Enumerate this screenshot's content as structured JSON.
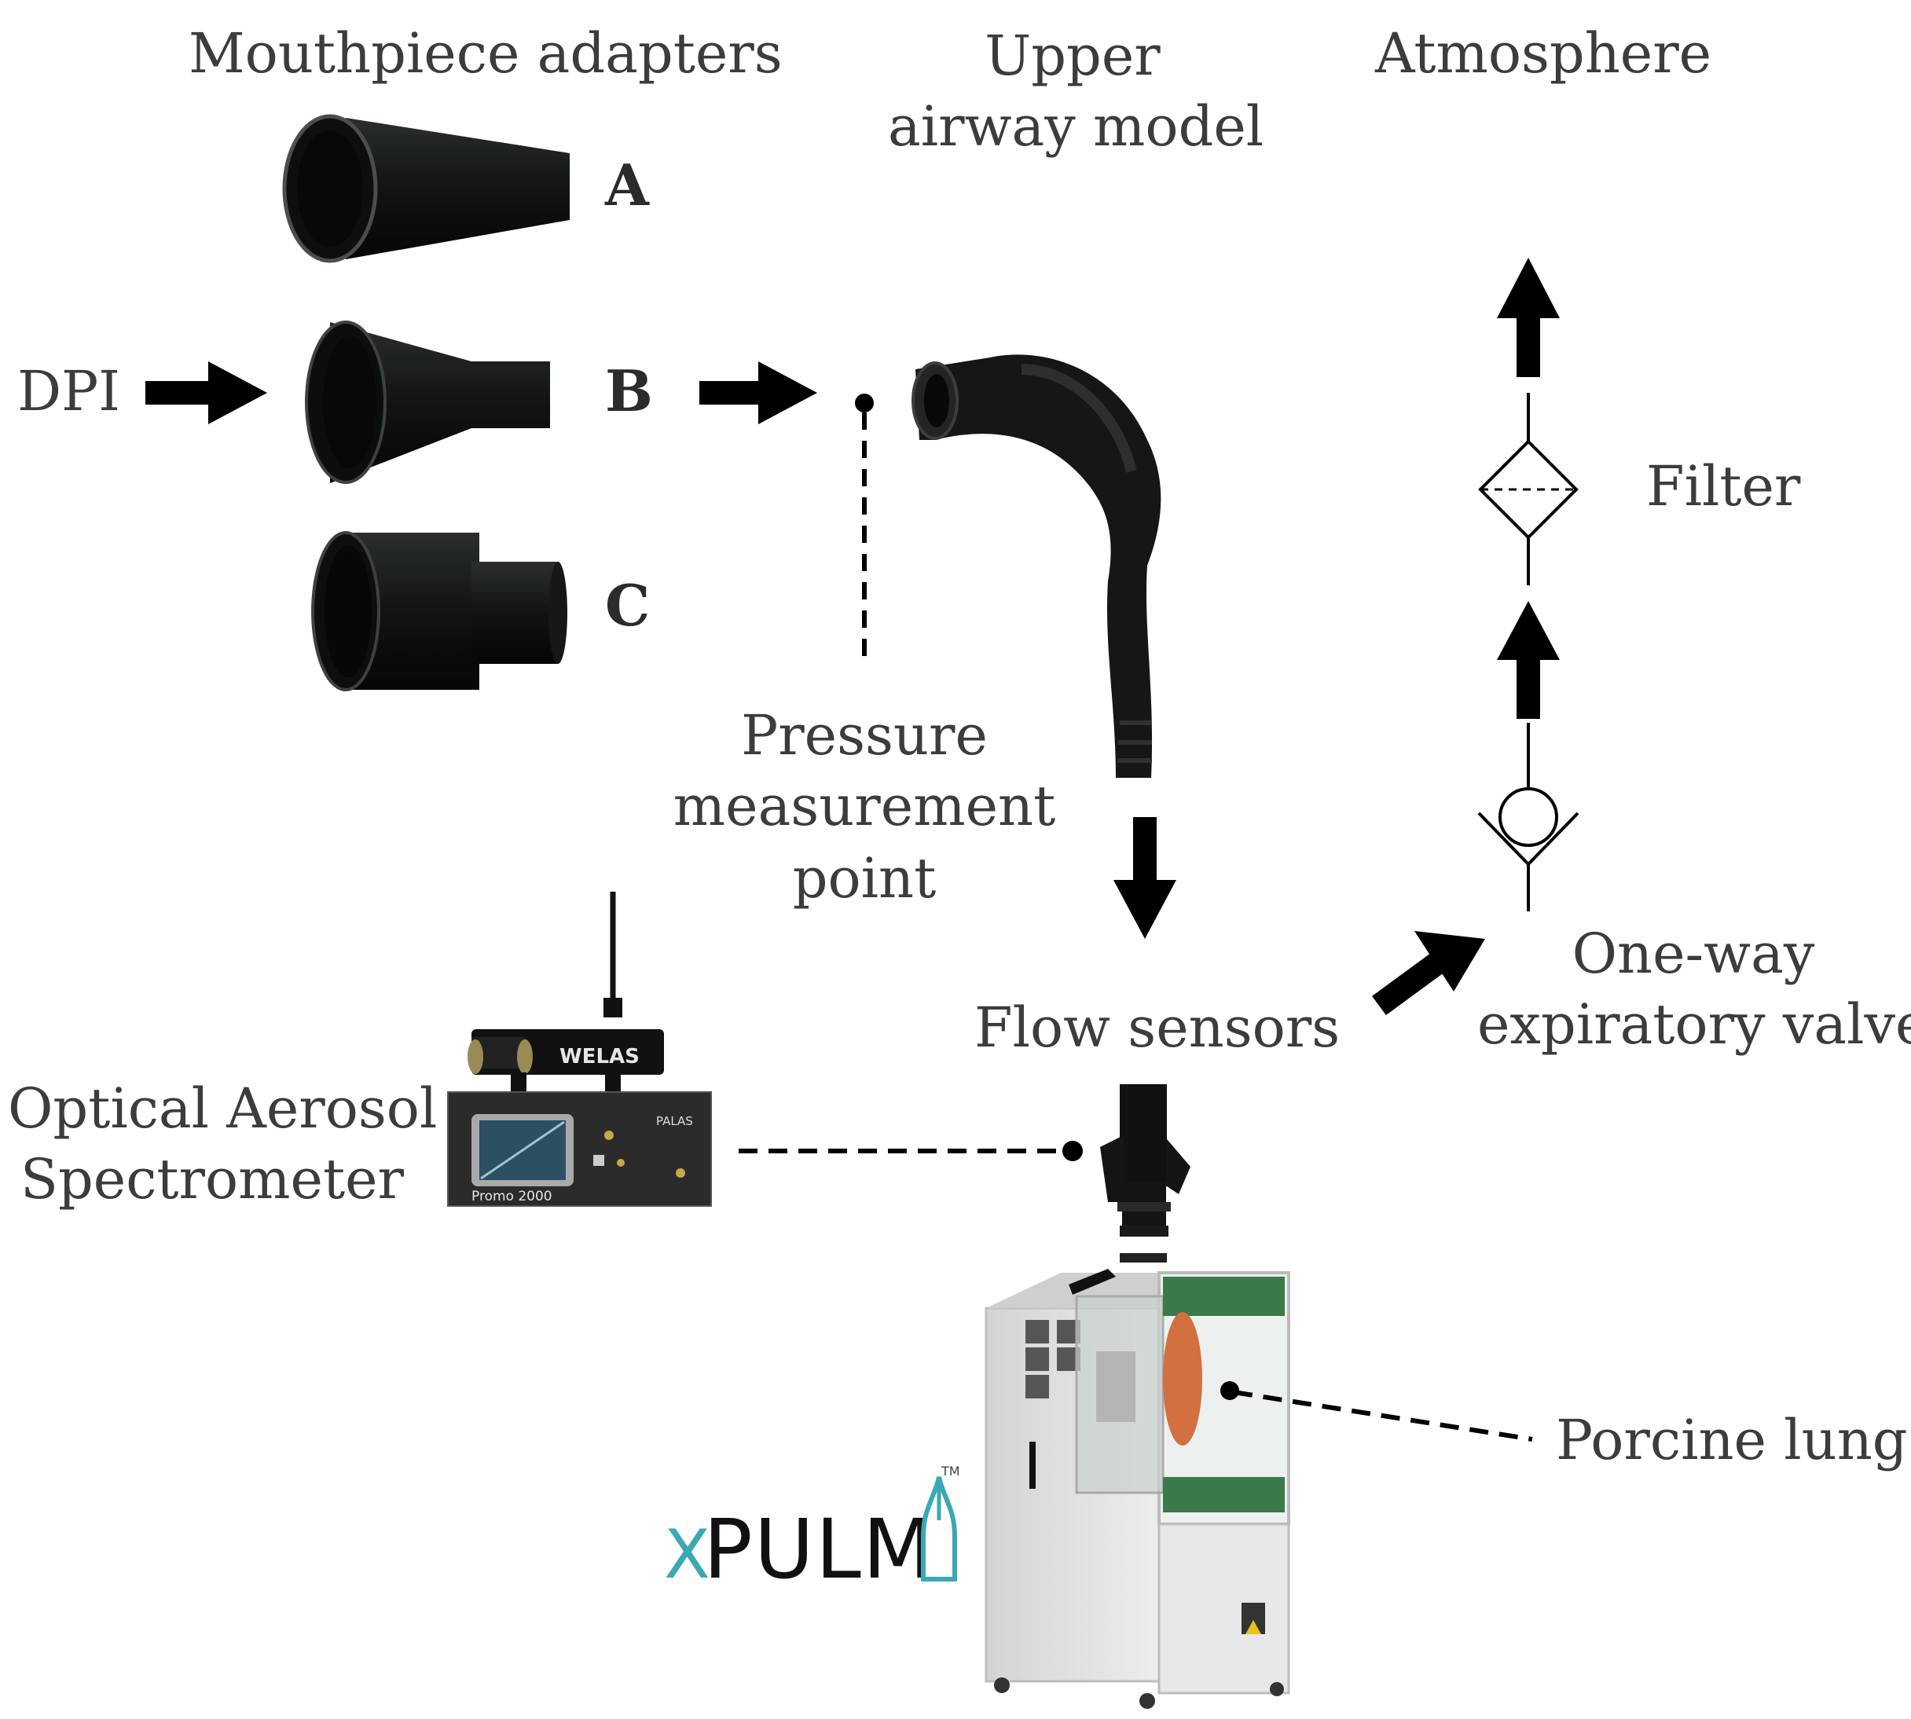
{
  "labels": {
    "mouthpiece_adapters": "Mouthpiece adapters",
    "upper_airway_line1": "Upper",
    "upper_airway_line2": "airway model",
    "atmosphere": "Atmosphere",
    "adapter_a": "A",
    "adapter_b": "B",
    "adapter_c": "C",
    "dpi": "DPI",
    "filter": "Filter",
    "pressure_line1": "Pressure",
    "pressure_line2": "measurement",
    "pressure_line3": "point",
    "one_way_line1": "One-way",
    "one_way_line2": "expiratory valve",
    "flow_sensors": "Flow sensors",
    "oas_line1": "Optical Aerosol",
    "oas_line2": "Spectrometer",
    "porcine_lung": "Porcine lung"
  },
  "devices": {
    "welas": "WELAS",
    "palas": "PALAS",
    "promo": "Promo 2000",
    "xpulm_x": "X",
    "xpulm_rest": "PULM",
    "tm": "TM"
  },
  "colors": {
    "black": "#000000",
    "text": "#3c3c3c",
    "teal": "#3aa8b5",
    "cabinet": "#e4e4e4"
  }
}
